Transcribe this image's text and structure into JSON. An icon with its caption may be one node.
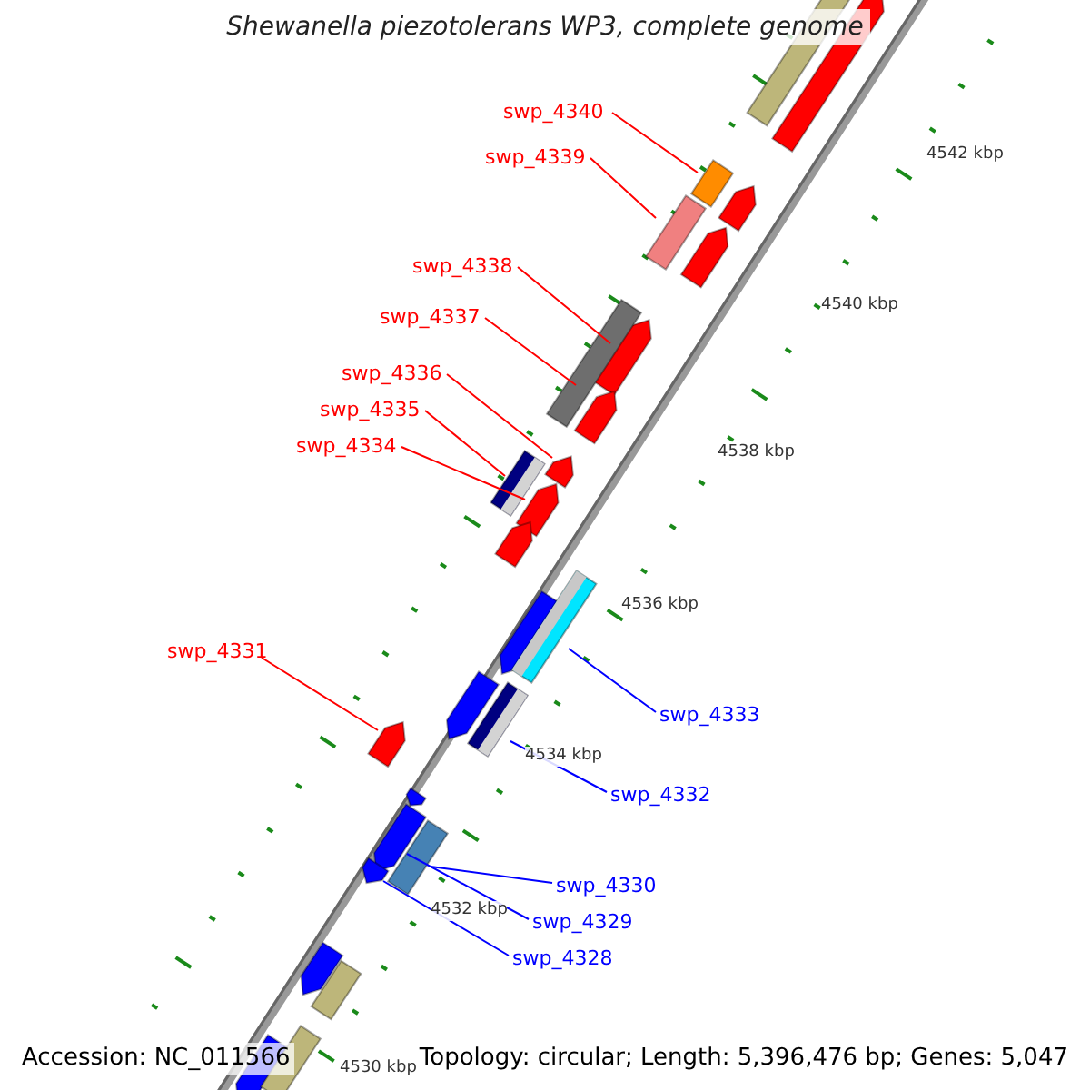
{
  "diagram": {
    "title": "Shewanella piezotolerans WP3, complete genome",
    "nodes": [
      {
        "text": [
          "swp_4340"
        ]
      },
      {
        "text": [
          "swp_4339"
        ]
      },
      {
        "text": [
          "swp_4338"
        ]
      },
      {
        "text": [
          "swp_4337"
        ]
      },
      {
        "text": [
          "swp_4336"
        ]
      },
      {
        "text": [
          "swp_4335"
        ]
      },
      {
        "text": [
          "swp_4334"
        ]
      },
      {
        "text": [
          "swp_4331"
        ]
      },
      {
        "text": [
          "swp_4333"
        ]
      },
      {
        "text": [
          "swp_4332"
        ]
      },
      {
        "text": [
          "swp_4330"
        ]
      },
      {
        "text": [
          "swp_4329"
        ]
      },
      {
        "text": [
          "swp_4328"
        ]
      },
      {
        "text": [],
        "shape": "bar"
      },
      {
        "text": [],
        "shape": "bar"
      },
      {
        "text": [],
        "shape": "bar"
      },
      {
        "text": [],
        "shape": "bar"
      },
      {
        "text": [],
        "shape": "bar"
      },
      {
        "text": [],
        "shape": "bar"
      },
      {
        "text": [],
        "shape": "bar"
      },
      {
        "text": [],
        "shape": "bar"
      },
      {
        "text": [],
        "shape": "bar"
      },
      {
        "text": [],
        "shape": "bar"
      },
      {
        "text": [],
        "shape": "bar"
      },
      {
        "text": [],
        "shape": "bar"
      },
      {
        "text": [],
        "shape": "bar"
      },
      {
        "text": [],
        "shape": "bar"
      },
      {
        "text": [],
        "shape": "bar"
      },
      {
        "text": [],
        "shape": "bar"
      },
      {
        "text": [],
        "shape": "bar"
      },
      {
        "text": [],
        "shape": "bar"
      },
      {
        "text": [],
        "shape": "bar"
      },
      {
        "text": [],
        "shape": "bar"
      },
      {
        "text": [],
        "shape": "bar"
      },
      {
        "text": [],
        "shape": "bar"
      },
      {
        "text": [],
        "shape": "bar"
      },
      {
        "text": [],
        "shape": "bar"
      },
      {
        "text": [],
        "shape": "bar"
      },
      {
        "text": [],
        "shape": "bar"
      }
    ],
    "edges": [
      {
        "from": 0,
        "to": 15,
        "arrow": "none"
      },
      {
        "from": 1,
        "to": 17,
        "arrow": "none"
      },
      {
        "from": 2,
        "to": 19,
        "arrow": "none"
      },
      {
        "from": 3,
        "to": 20,
        "arrow": "none"
      },
      {
        "from": 4,
        "to": 22,
        "arrow": "none"
      },
      {
        "from": 5,
        "to": 23,
        "arrow": "none"
      },
      {
        "from": 6,
        "to": 24,
        "arrow": "none"
      },
      {
        "from": 7,
        "to": 26,
        "arrow": "none"
      },
      {
        "from": 8,
        "to": 28,
        "arrow": "none",
        "color": "#0000ff"
      },
      {
        "from": 9,
        "to": 30,
        "arrow": "none",
        "color": "#0000ff"
      },
      {
        "from": 10,
        "to": 33,
        "arrow": "none",
        "color": "#0000ff"
      },
      {
        "from": 11,
        "to": 32,
        "arrow": "none",
        "color": "#0000ff"
      },
      {
        "from": 12,
        "to": 34,
        "arrow": "none",
        "color": "#0000ff"
      }
    ],
    "labels": [
      "4542 kbp",
      "4540 kbp",
      "4538 kbp",
      "4536 kbp",
      "4534 kbp",
      "4532 kbp",
      "4530 kbp",
      "Accession: NC_011566",
      "Topology: circular; Length: 5,396,476 bp; Genes: 5,047"
    ]
  }
}
